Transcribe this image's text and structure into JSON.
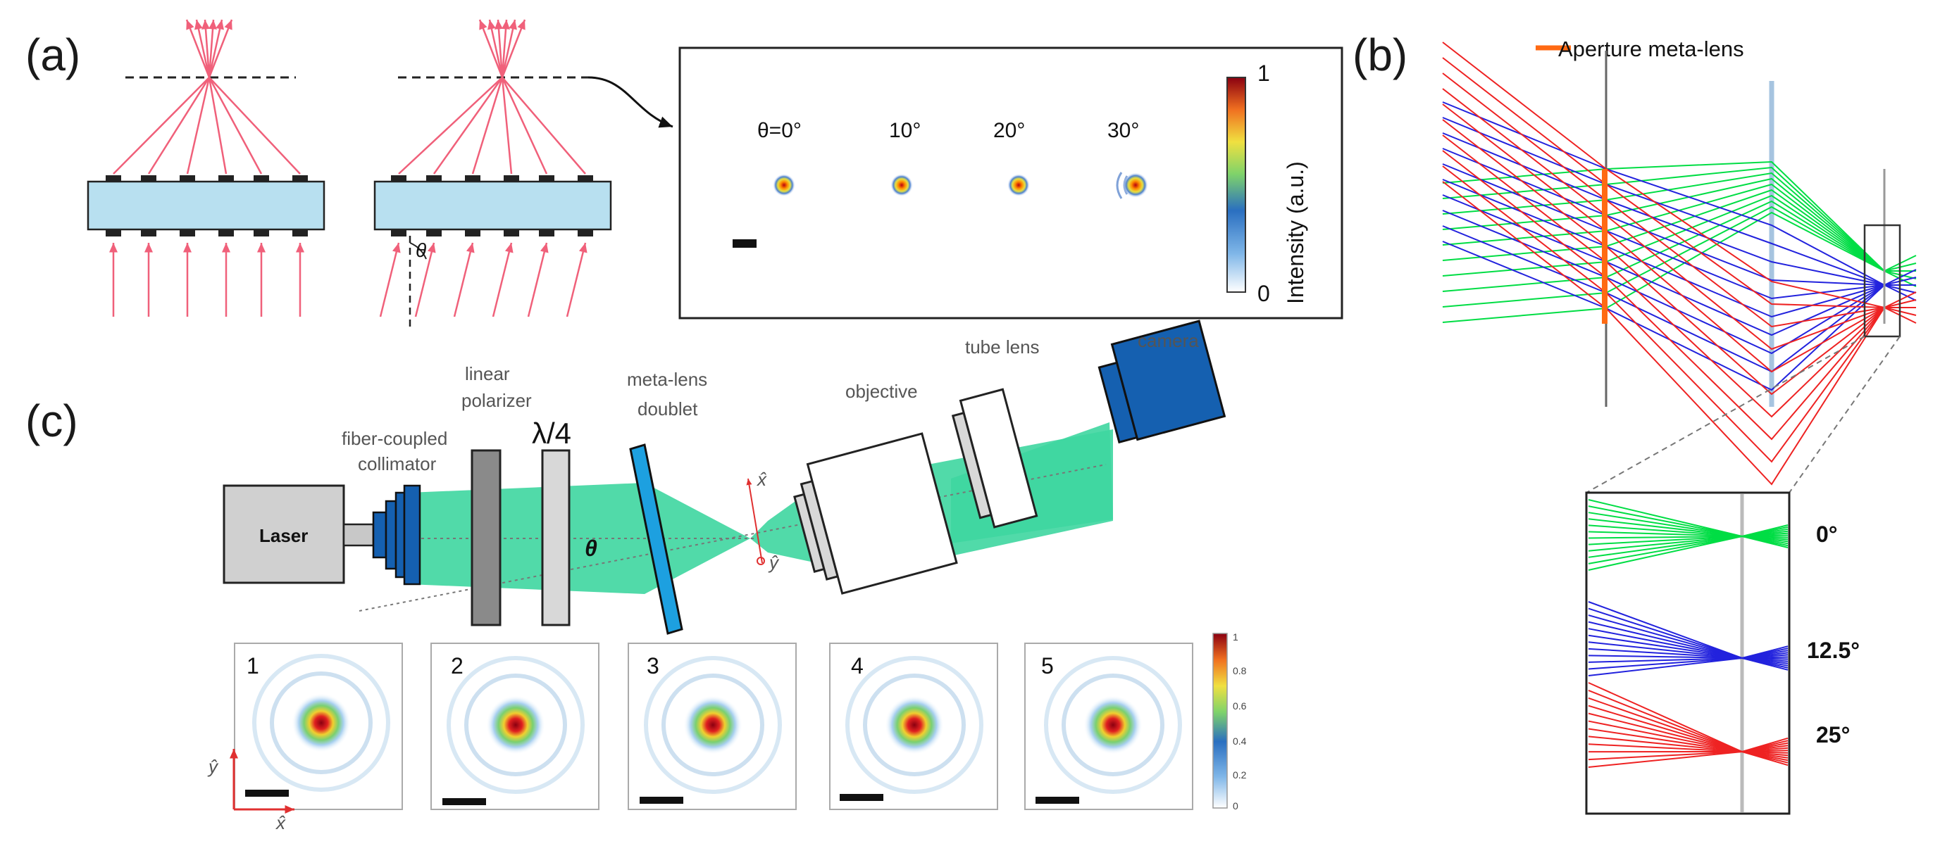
{
  "panels": {
    "a": "(a)",
    "b": "(b)",
    "c": "(c)"
  },
  "panel_a": {
    "angle_symbol": "θ",
    "psf_angles": [
      "θ=0°",
      "10°",
      "20°",
      "30°"
    ],
    "colorbar": {
      "label": "Intensity (a.u.)",
      "max": "1",
      "min": "0"
    }
  },
  "panel_b": {
    "legend": "Aperture meta-lens",
    "angles": [
      "0°",
      "12.5°",
      "25°"
    ],
    "ray_colors": {
      "0°": "#00dd44",
      "12.5°": "#2222dd",
      "25°": "#ee2222"
    },
    "aperture_color": "#ff6a13"
  },
  "panel_c": {
    "components": {
      "laser": "Laser",
      "collimator": [
        "fiber-coupled",
        "collimator"
      ],
      "polarizer": [
        "linear",
        "polarizer"
      ],
      "waveplate": "λ/4",
      "doublet": [
        "meta-lens",
        "doublet"
      ],
      "objective": "objective",
      "tube_lens": "tube lens",
      "camera": "camera"
    },
    "angle_symbol": "θ",
    "axes": {
      "x": "x̂",
      "y": "ŷ"
    },
    "beam_color": "#3ed6a0",
    "psf_tiles": [
      "1",
      "2",
      "3",
      "4",
      "5"
    ],
    "colorbar_ticks": [
      "1",
      "0.8",
      "0.6",
      "0.4",
      "0.2",
      "0"
    ]
  }
}
